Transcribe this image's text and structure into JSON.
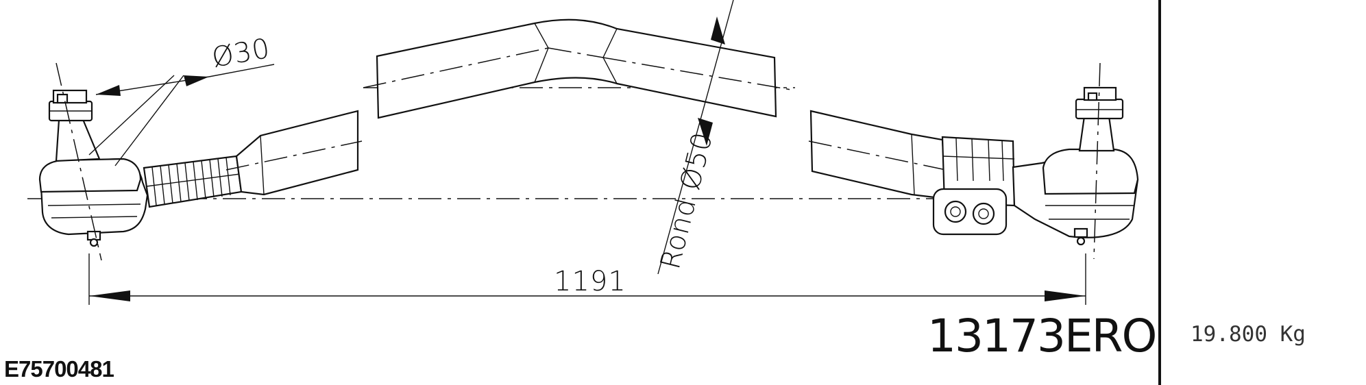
{
  "drawing": {
    "dimensions": {
      "diameter_small": "Ø30",
      "diameter_large": "Rond Ø50",
      "length": "1191"
    },
    "part_number": "13173ERO",
    "reference": "E75700481",
    "weight": "19.800 Kg"
  }
}
